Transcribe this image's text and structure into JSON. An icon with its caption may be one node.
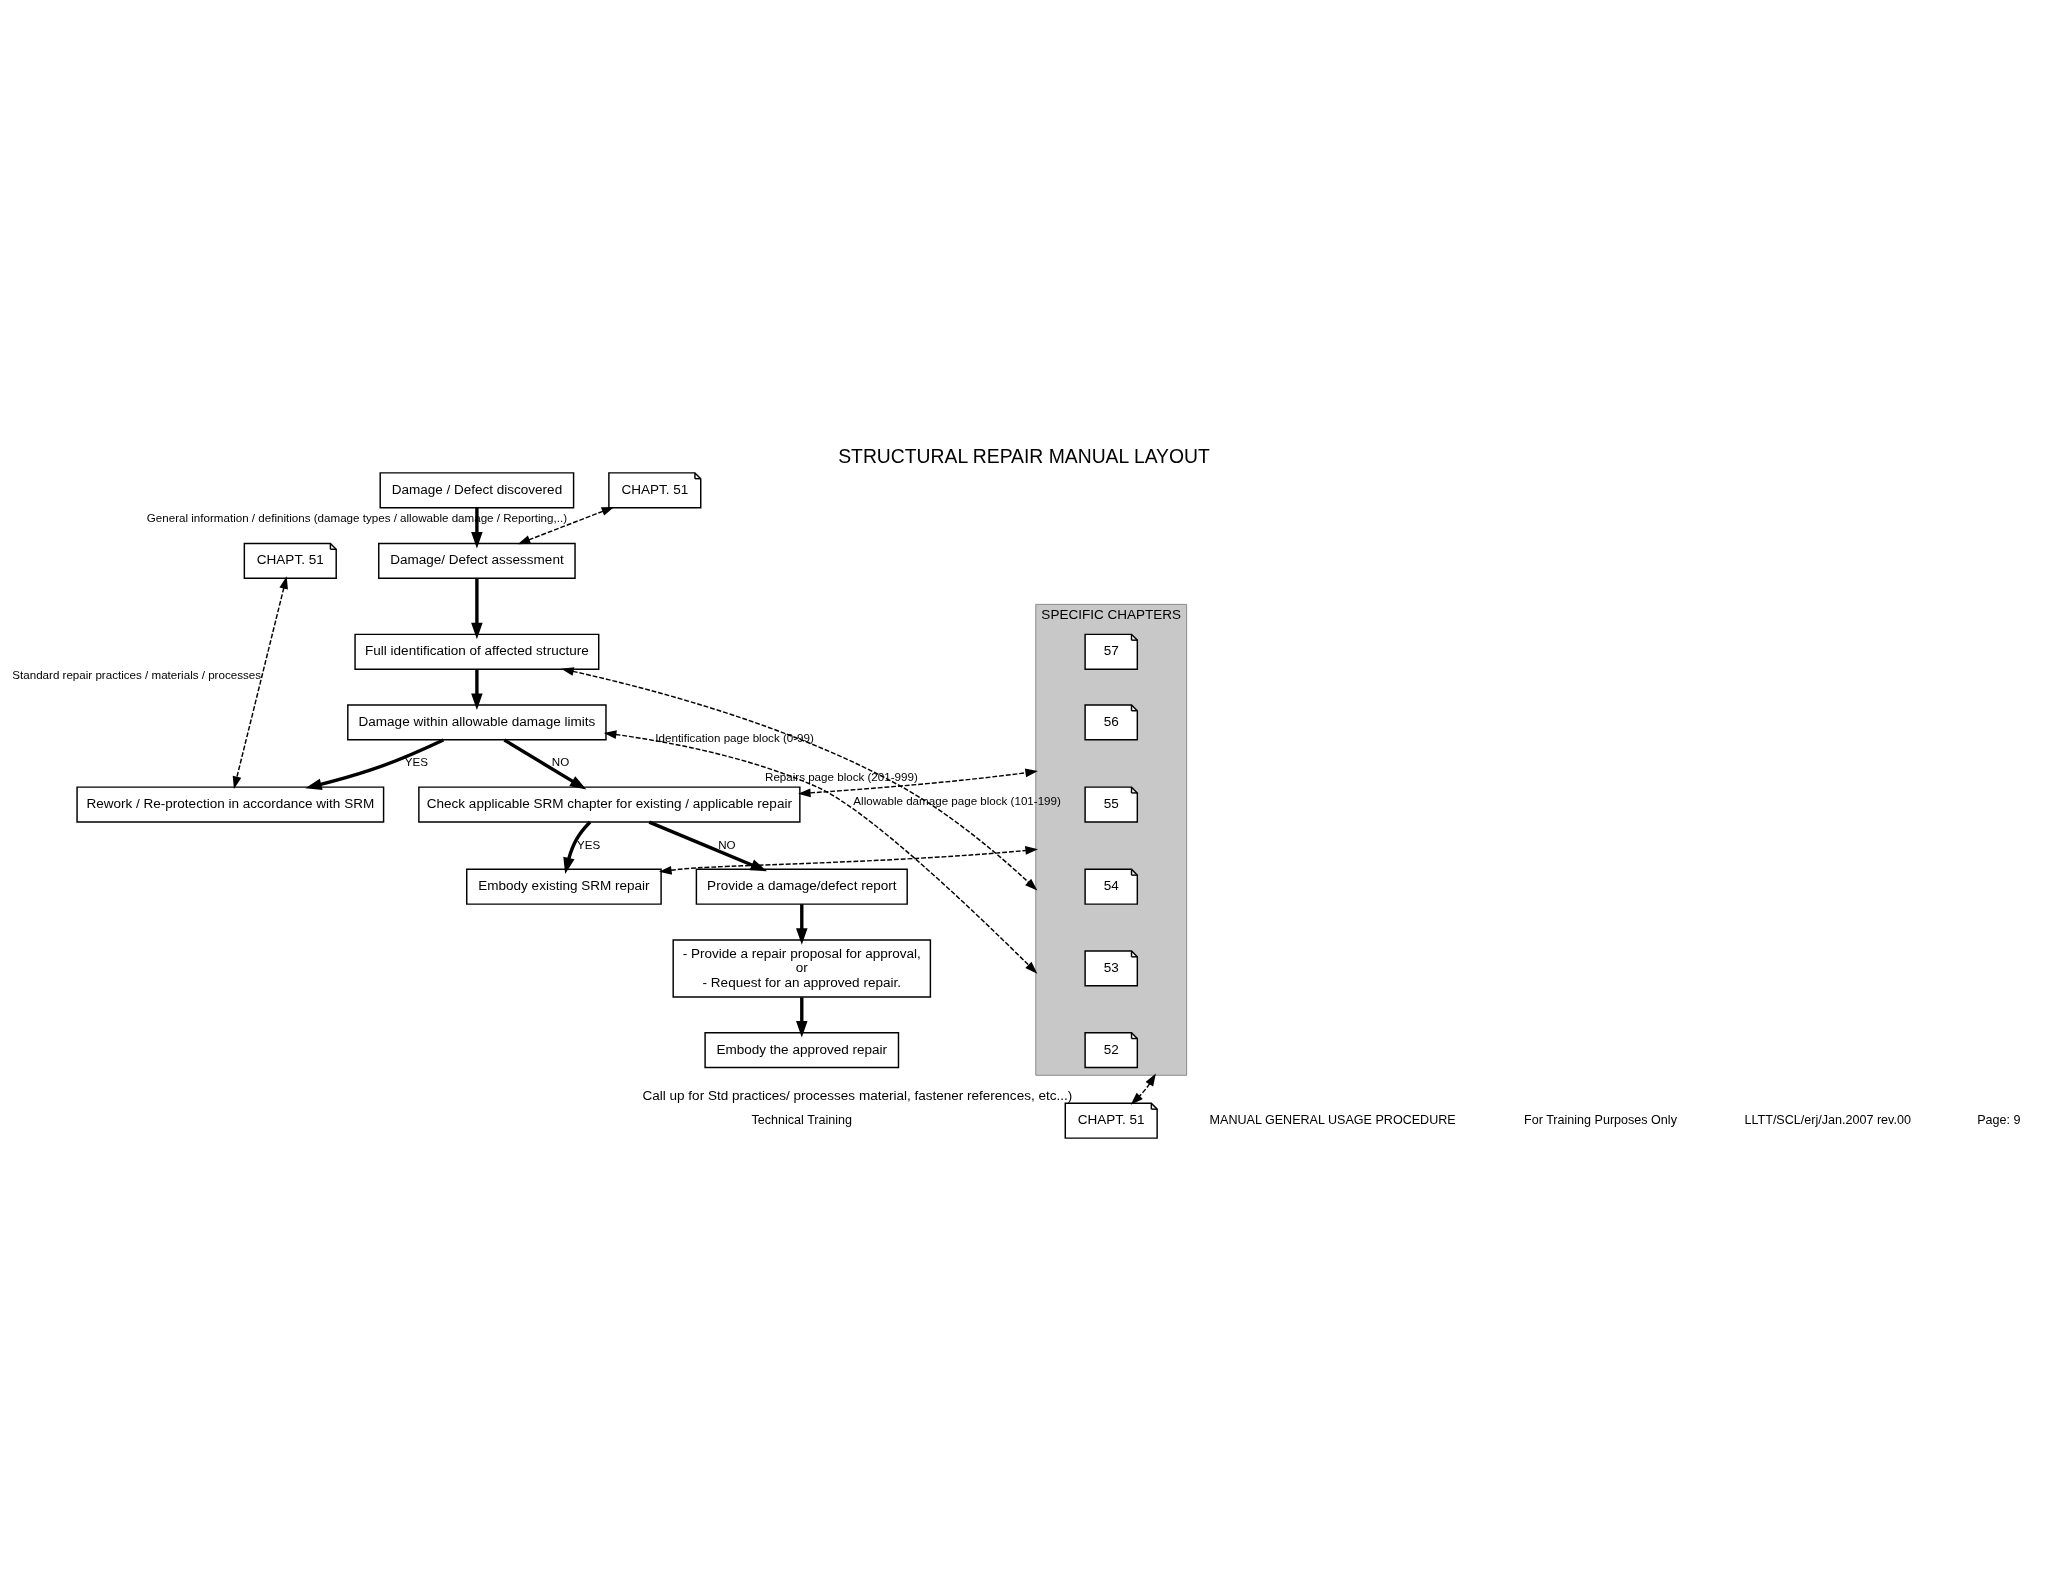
{
  "diagram": {
    "title": "STRUCTURAL REPAIR MANUAL LAYOUT",
    "nodes": [
      {
        "text": [
          "CHAPT. 51"
        ]
      },
      {
        "text": [
          "Damage / Defect discovered"
        ]
      },
      {
        "text": [
          "Damage/ Defect assessment"
        ]
      },
      {
        "text": [
          "CHAPT. 51"
        ]
      },
      {
        "text": [
          "Full identification of affected structure"
        ]
      },
      {
        "text": [
          "Damage within allowable damage limits"
        ]
      },
      {
        "text": [
          "Rework / Re-protection in accordance with SRM"
        ]
      },
      {
        "text": [
          "Check applicable SRM chapter for existing / applicable repair"
        ]
      },
      {
        "text": [
          "SPECIFIC CHAPTERS"
        ]
      },
      {
        "text": [
          "57"
        ],
        "in": 8
      },
      {
        "text": [
          "56"
        ],
        "in": 8
      },
      {
        "text": [
          "55"
        ],
        "in": 8
      },
      {
        "text": [
          "54"
        ],
        "in": 8
      },
      {
        "text": [
          "53"
        ],
        "in": 8
      },
      {
        "text": [
          "52"
        ],
        "in": 8
      },
      {
        "text": [
          "Embody existing SRM repair"
        ]
      },
      {
        "text": [
          "Provide a damage/defect report"
        ]
      },
      {
        "text": [
          "- Provide a repair proposal for approval,",
          "or",
          "- Request for an approved repair."
        ]
      },
      {
        "text": [
          "Embody the approved repair"
        ]
      },
      {
        "text": [
          "CHAPT. 51"
        ],
        "beside": [
          "Call up for Std practices/ processes material, fastener references, etc...)"
        ]
      }
    ],
    "edges": [
      {
        "from": 1,
        "to": 2,
        "arrow": "to"
      },
      {
        "from": 2,
        "to": 4,
        "arrow": "to"
      },
      {
        "from": 4,
        "to": 5,
        "arrow": "to"
      },
      {
        "from": 5,
        "to": 6,
        "arrow": "to",
        "label": "YES"
      },
      {
        "from": 5,
        "to": 7,
        "arrow": "to",
        "label": "NO"
      },
      {
        "from": 7,
        "to": 15,
        "arrow": "to",
        "label": "YES"
      },
      {
        "from": 7,
        "to": 16,
        "arrow": "to",
        "label": "NO"
      },
      {
        "from": 16,
        "to": 17,
        "arrow": "to"
      },
      {
        "from": 17,
        "to": 18,
        "arrow": "to"
      },
      {
        "from": 2,
        "to": 3,
        "arrow": "both",
        "style": "dashed",
        "label": "General information / definitions (damage types / allowable damage / Reporting,..)"
      },
      {
        "from": 4,
        "to": 8,
        "arrow": "both",
        "style": "dashed",
        "label": "Identification page block (0-99)"
      },
      {
        "from": 5,
        "to": 8,
        "arrow": "both",
        "style": "dashed",
        "label": "Allowable damage page block (101-199)"
      },
      {
        "from": 7,
        "to": 8,
        "arrow": "both",
        "style": "dashed",
        "label": "Repairs page block (201-999)"
      },
      {
        "from": 15,
        "to": 8,
        "arrow": "both",
        "style": "dashed"
      },
      {
        "from": 0,
        "to": 6,
        "arrow": "both",
        "style": "dashed",
        "label": "Standard repair practices / materials / processes"
      },
      {
        "from": 8,
        "to": 19,
        "arrow": "both",
        "style": "dashed"
      }
    ],
    "labels": [
      "Technical Training",
      "MANUAL GENERAL USAGE PROCEDURE",
      "For Training Purposes Only",
      "LLTT/SCL/erj/Jan.2007 rev.00",
      "Page: 9"
    ]
  }
}
